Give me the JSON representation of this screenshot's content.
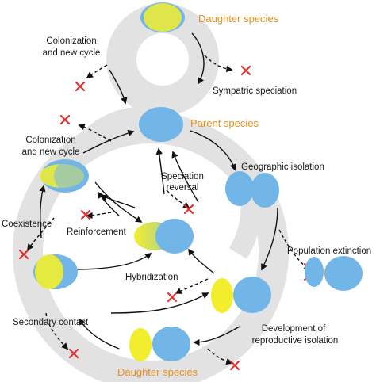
{
  "colors": {
    "blue": "#72b6e8",
    "yellow": "#f2ee2e",
    "track": "#e2e2e2",
    "cross": "#e03030",
    "orange_text": "#e8901c"
  },
  "labels": {
    "daughter_top": "Daughter species",
    "colonization_top_1": "Colonization",
    "colonization_top_2": "and new cycle",
    "sympatric": "Sympatric speciation",
    "parent": "Parent species",
    "colonization_left_1": "Colonization",
    "colonization_left_2": "and new cycle",
    "geographic": "Geographic isolation",
    "reversal_1": "Speciation",
    "reversal_2": "reversal",
    "coexistence": "Coexistence",
    "reinforcement": "Reinforcement",
    "population_extinction": "Population extinction",
    "hybridization": "Hybridization",
    "secondary_contact": "Secondary contact",
    "development_1": "Development of",
    "development_2": "reproductive isolation",
    "daughter_bottom": "Daughter species"
  }
}
